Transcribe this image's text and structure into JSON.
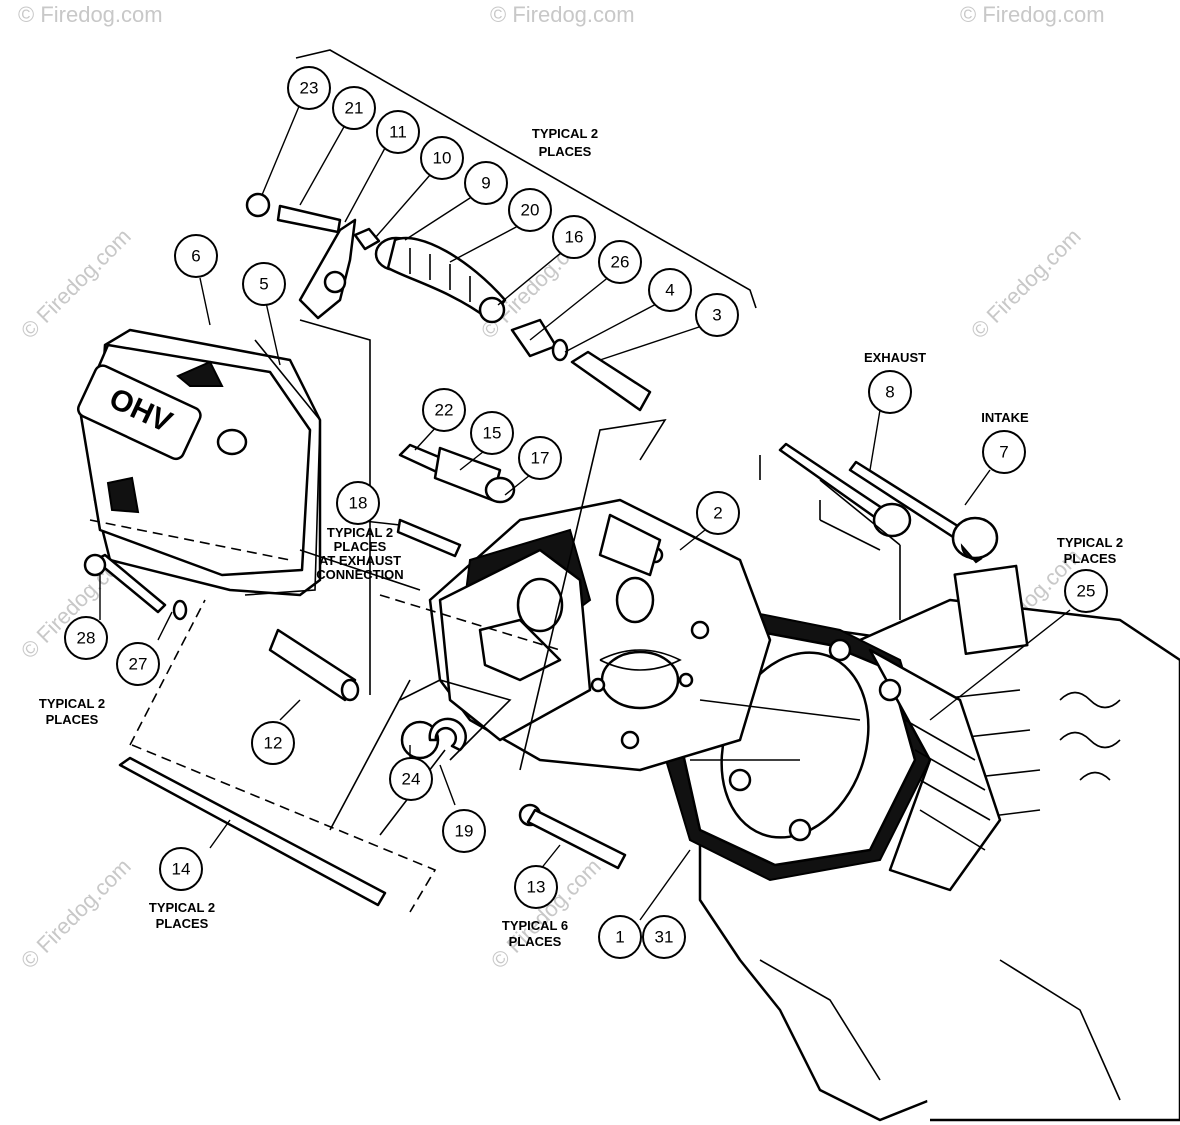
{
  "watermark": "© Firedog.com",
  "callouts": [
    "23",
    "21",
    "11",
    "10",
    "9",
    "20",
    "16",
    "26",
    "4",
    "3",
    "6",
    "5",
    "22",
    "15",
    "17",
    "18",
    "2",
    "8",
    "7",
    "25",
    "28",
    "27",
    "12",
    "24",
    "19",
    "14",
    "13",
    "1",
    "31"
  ],
  "labels": {
    "top_group_l1": "TYPICAL 2",
    "top_group_l2": "PLACES",
    "exhaust": "EXHAUST",
    "intake": "INTAKE",
    "exhaust_conn_l1": "TYPICAL 2",
    "exhaust_conn_l2": "PLACES",
    "exhaust_conn_l3": "AT EXHAUST",
    "exhaust_conn_l4": "CONNECTION",
    "right_group_l1": "TYPICAL 2",
    "right_group_l2": "PLACES",
    "left_group_l1": "TYPICAL 2",
    "left_group_l2": "PLACES",
    "pushrod_l1": "TYPICAL 2",
    "pushrod_l2": "PLACES",
    "bolt_l1": "TYPICAL 6",
    "bolt_l2": "PLACES"
  },
  "cover_text": "OHV"
}
